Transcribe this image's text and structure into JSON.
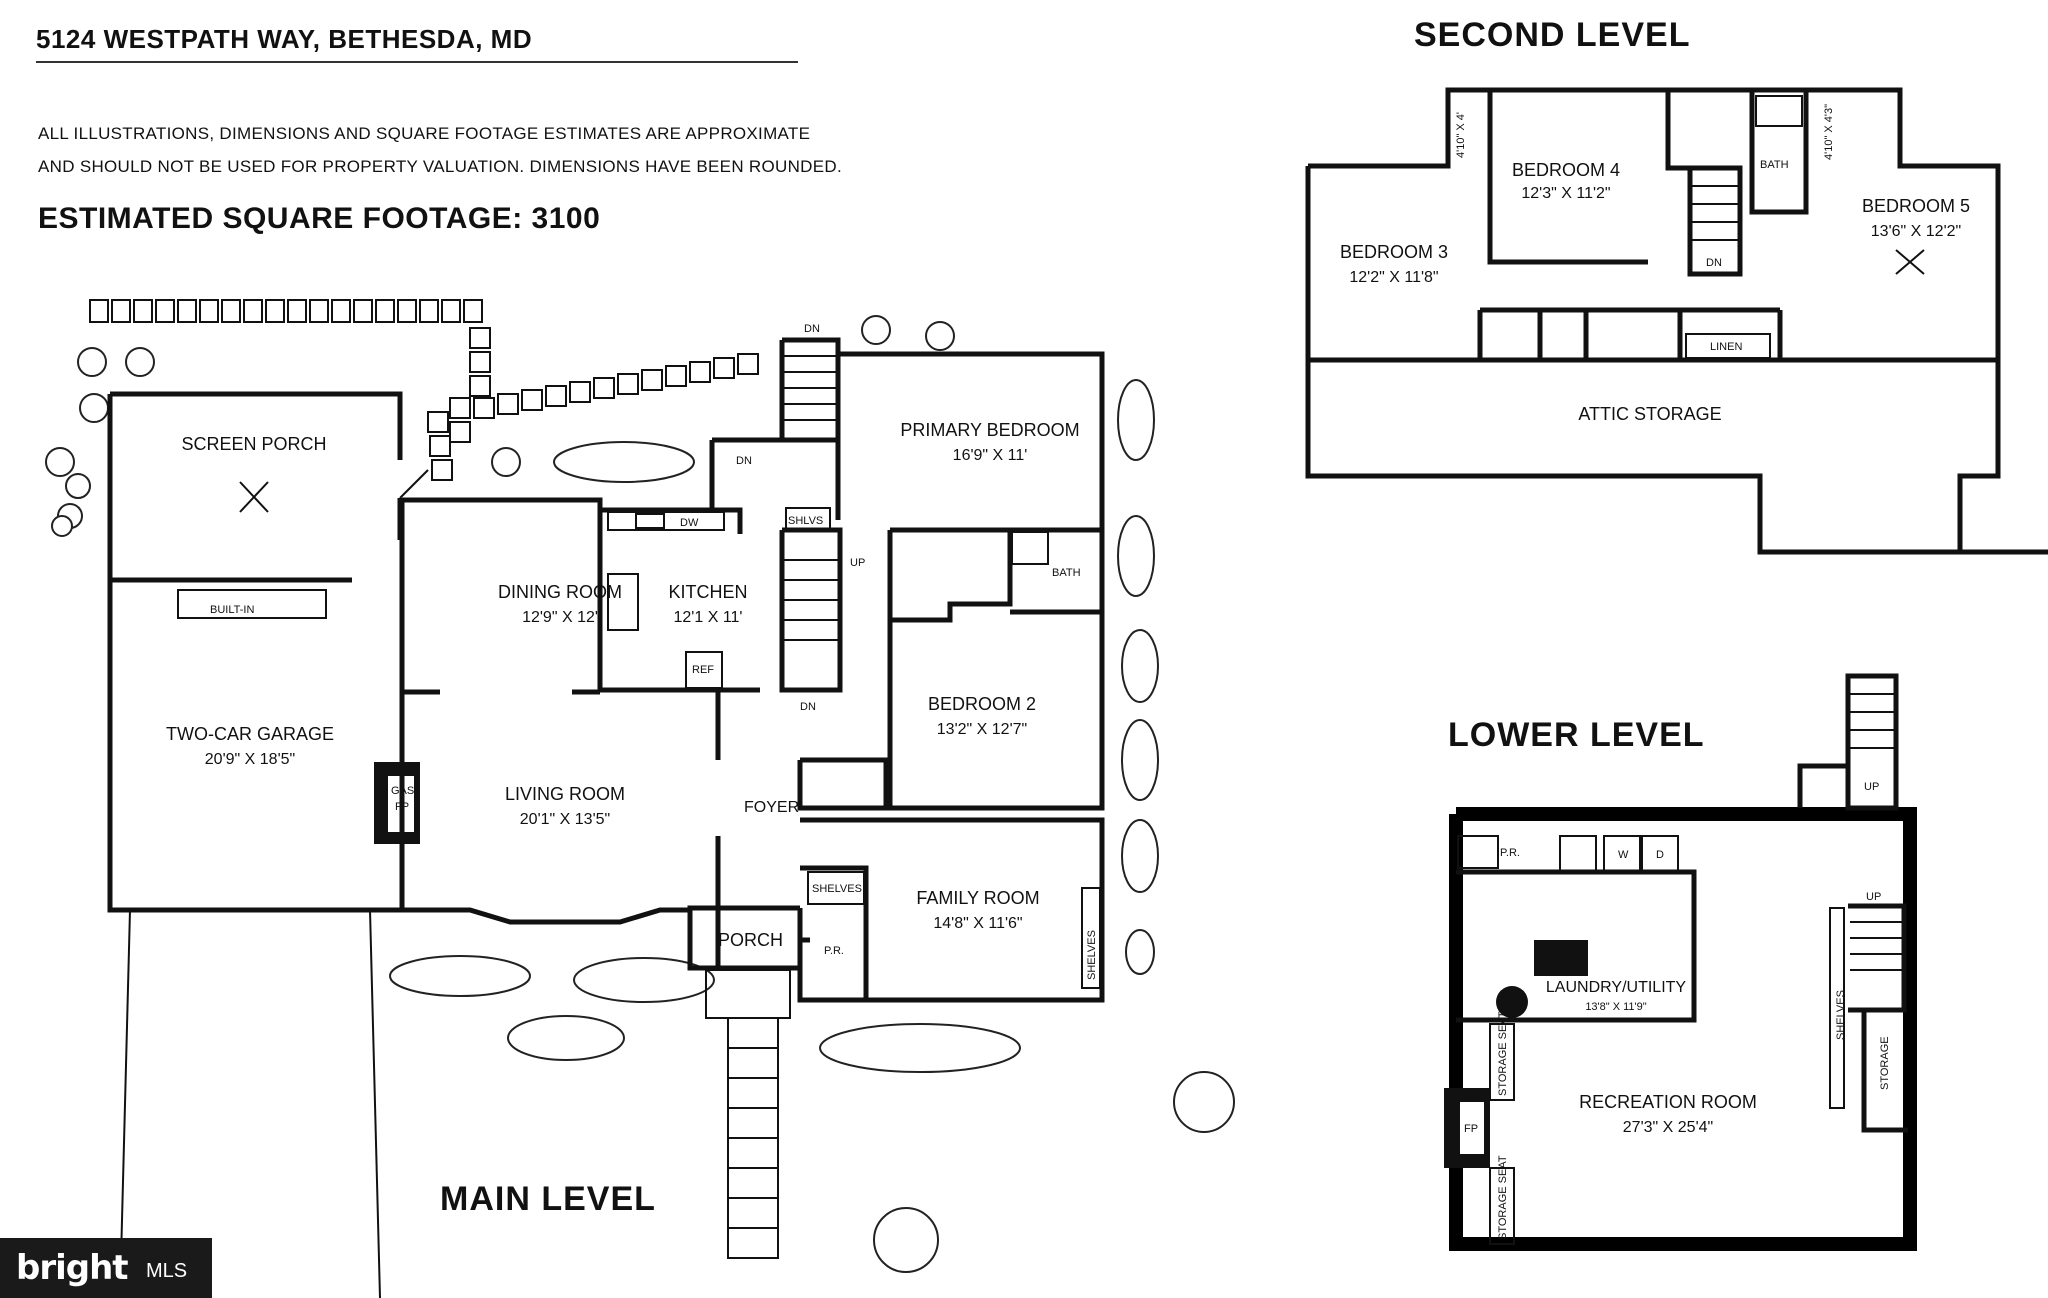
{
  "header": {
    "address": "5124 WESTPATH WAY, BETHESDA, MD",
    "disclaimer_line1": "ALL ILLUSTRATIONS, DIMENSIONS AND SQUARE FOOTAGE ESTIMATES ARE APPROXIMATE",
    "disclaimer_line2": "AND  SHOULD NOT BE USED FOR PROPERTY VALUATION. DIMENSIONS HAVE BEEN ROUNDED.",
    "square_footage": "ESTIMATED SQUARE FOOTAGE: 3100"
  },
  "levels": {
    "main": "MAIN LEVEL",
    "second": "SECOND LEVEL",
    "lower": "LOWER LEVEL"
  },
  "main_level": {
    "screen_porch": "SCREEN PORCH",
    "built_in": "BUILT-IN",
    "garage": "TWO-CAR GARAGE",
    "garage_dim": "20'9\" X 18'5\"",
    "gas": "GAS",
    "fp": "FP",
    "dining": "DINING ROOM",
    "dining_dim": "12'9\" X 12'",
    "kitchen": "KITCHEN",
    "kitchen_dim": "12'1 X 11'",
    "dw": "DW",
    "ref": "REF",
    "living": "LIVING ROOM",
    "living_dim": "20'1\" X 13'5\"",
    "foyer": "FOYER",
    "porch": "PORCH",
    "shelves": "SHELVES",
    "pr": "P.R.",
    "primary": "PRIMARY BEDROOM",
    "primary_dim": "16'9\" X 11'",
    "shlvs": "SHLVS",
    "bath": "BATH",
    "bed2": "BEDROOM 2",
    "bed2_dim": "13'2\" X 12'7\"",
    "family": "FAMILY ROOM",
    "family_dim": "14'8\" X 11'6\"",
    "family_shelves": "SHELVES",
    "dn1": "DN",
    "dn2": "DN",
    "dn3": "DN",
    "up": "UP"
  },
  "second_level": {
    "bed3": "BEDROOM 3",
    "bed3_dim": "12'2\" X 11'8\"",
    "bed4": "BEDROOM 4",
    "bed4_dim": "12'3\" X 11'2\"",
    "bed5": "BEDROOM 5",
    "bed5_dim": "13'6\" X 12'2\"",
    "bath": "BATH",
    "closet_a": "4'10\" X 4'",
    "closet_b": "4'10\" X 4'3\"",
    "dn": "DN",
    "linen": "LINEN",
    "attic": "ATTIC STORAGE"
  },
  "lower_level": {
    "pr": "P.R.",
    "w": "W",
    "d": "D",
    "laundry": "LAUNDRY/UTILITY",
    "laundry_dim": "13'8\" X 11'9\"",
    "up1": "UP",
    "up2": "UP",
    "rec": "RECREATION ROOM",
    "rec_dim": "27'3\" X 25'4\"",
    "fp": "FP",
    "storage_seat1": "STORAGE SEAT",
    "storage_seat2": "STORAGE SEAT",
    "shelves": "SHELVES",
    "storage": "STORAGE"
  },
  "logo": {
    "brand": "bright",
    "mls": "MLS",
    "color": "#1a1a1a"
  }
}
